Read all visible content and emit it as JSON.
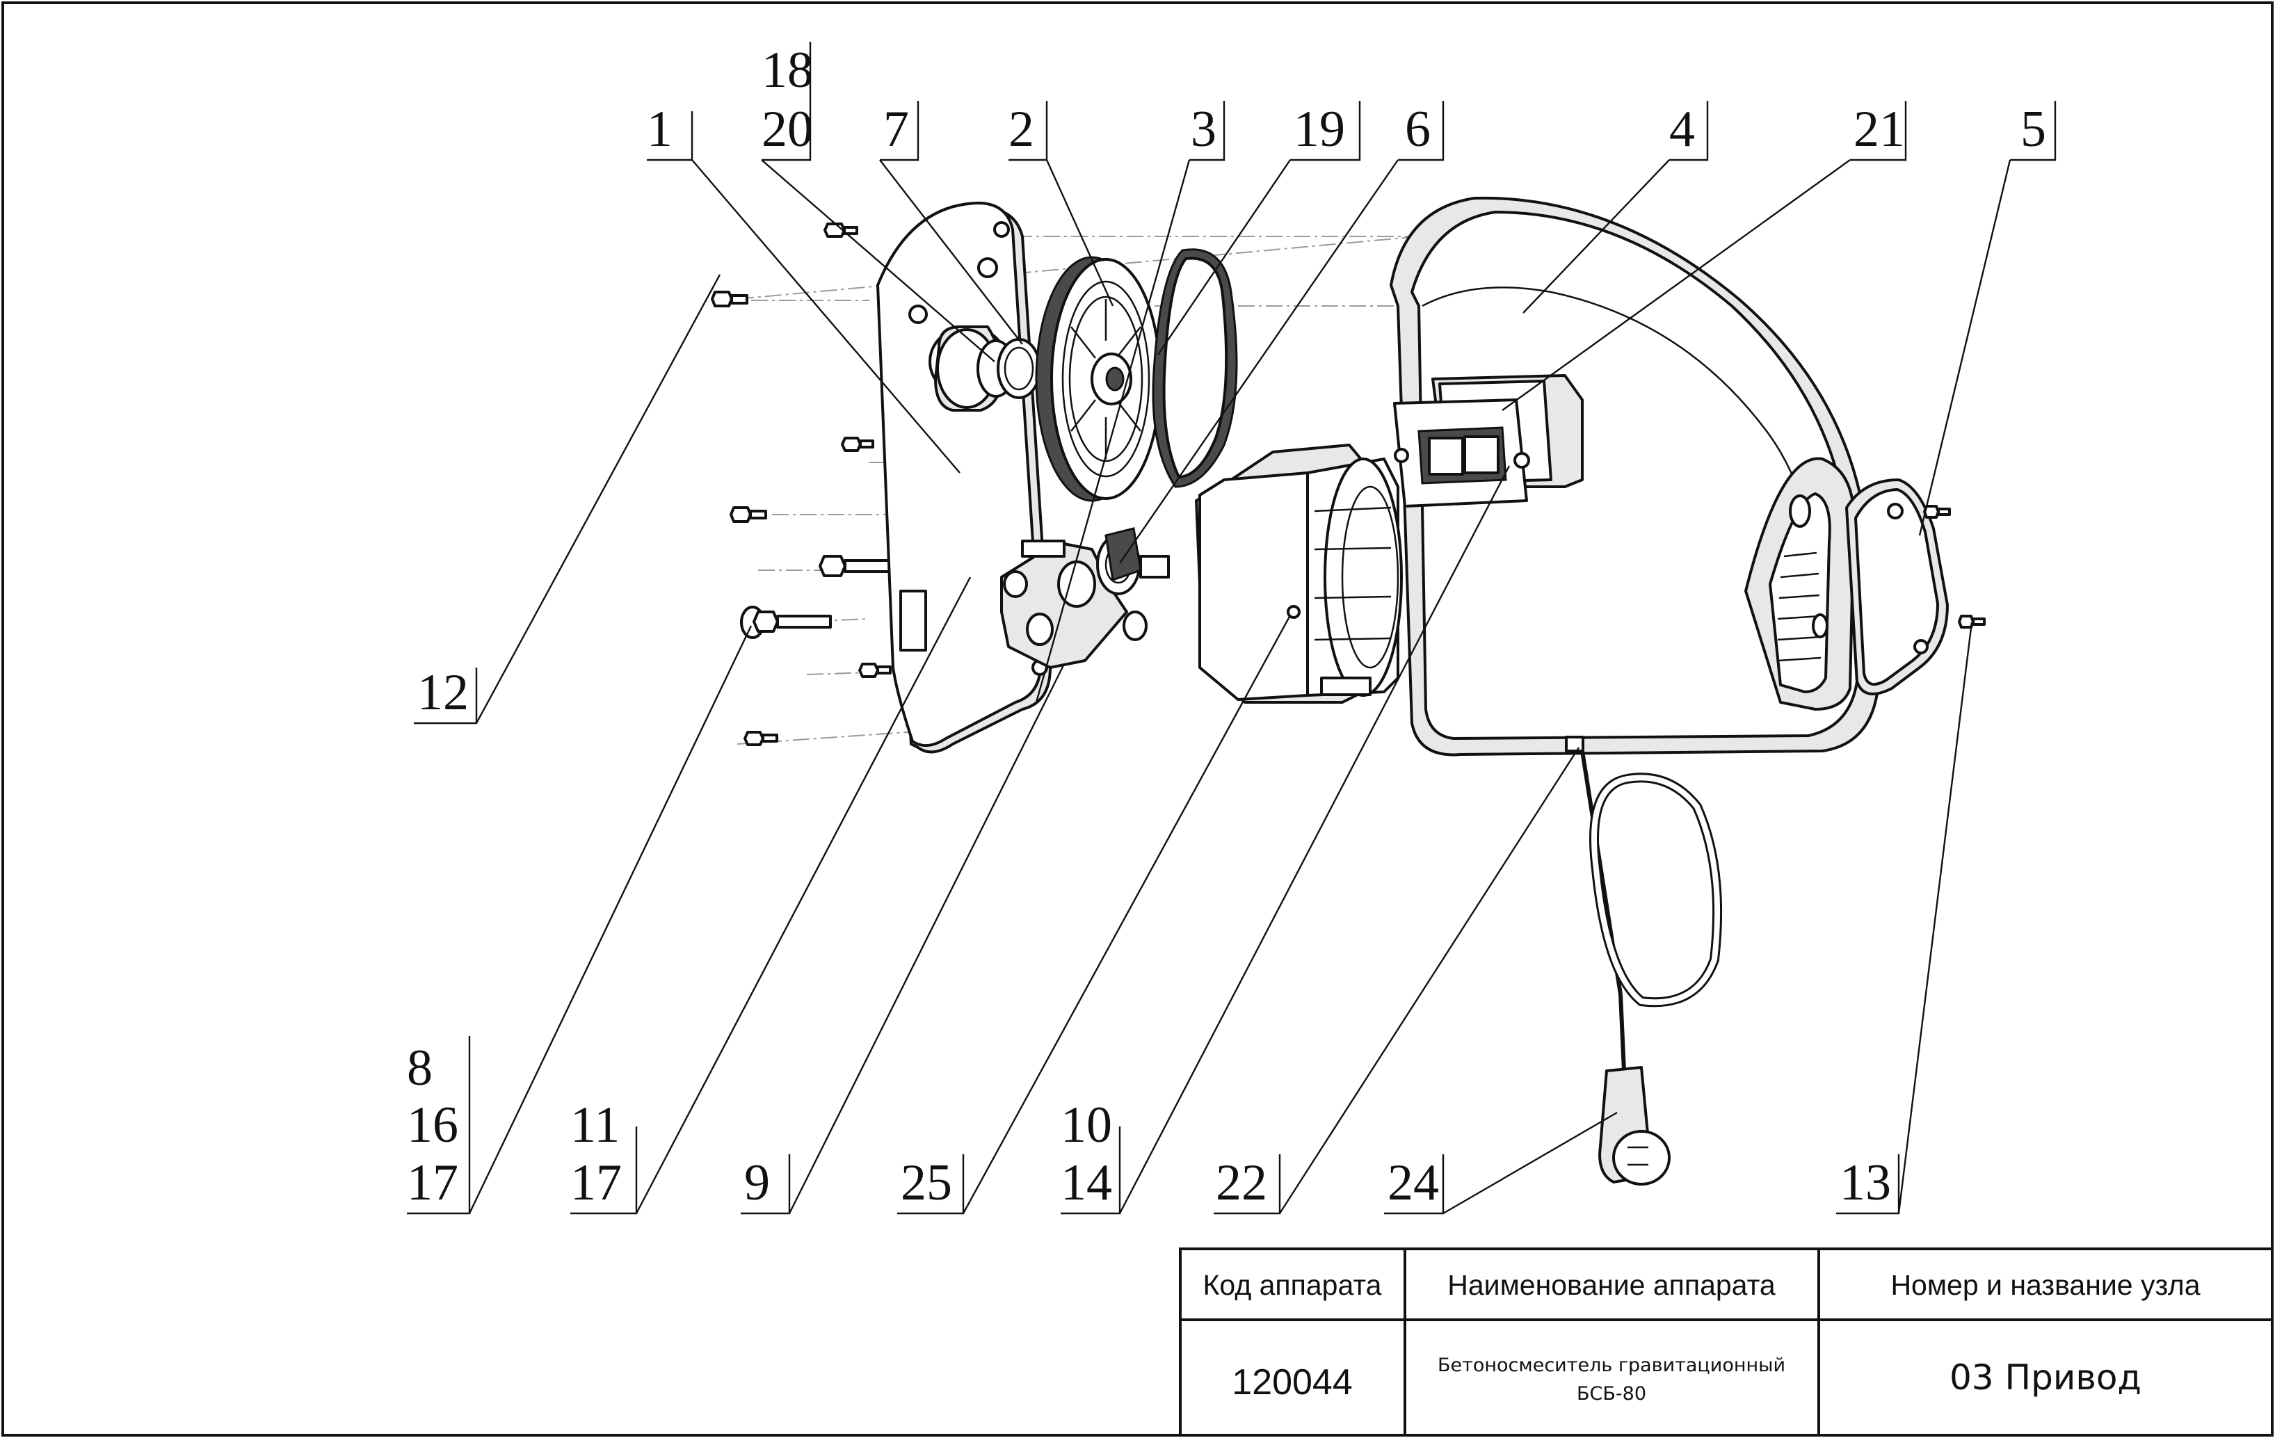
{
  "callouts": {
    "c1": "1",
    "c18": "18",
    "c20": "20",
    "c7": "7",
    "c2": "2",
    "c3": "3",
    "c19": "19",
    "c6": "6",
    "c4": "4",
    "c21": "21",
    "c5": "5",
    "c12": "12",
    "c8": "8",
    "c16": "16",
    "c17a": "17",
    "c11": "11",
    "c17b": "17",
    "c9": "9",
    "c25": "25",
    "c10": "10",
    "c14": "14",
    "c22": "22",
    "c24": "24",
    "c13": "13"
  },
  "title_block": {
    "header_code": "Код аппарата",
    "header_name": "Наименование аппарата",
    "header_unit": "Номер и название узла",
    "code": "120044",
    "name_line1": "Бетоносмеситель гравитационный",
    "name_line2": "БСБ-80",
    "unit": "03 Привод"
  }
}
